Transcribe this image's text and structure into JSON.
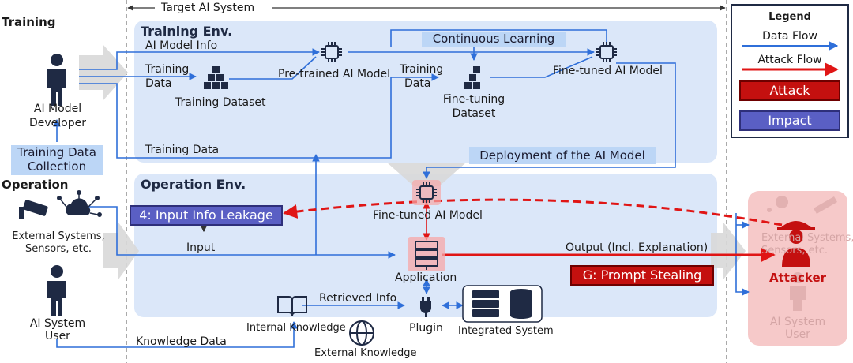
{
  "sections": {
    "training": "Training",
    "operation": "Operation",
    "target_system": "Target AI System",
    "training_env": "Training Env.",
    "operation_env": "Operation Env."
  },
  "actors": {
    "developer": [
      "AI Model",
      "Developer"
    ],
    "external_systems": [
      "External Systems,",
      "Sensors, etc."
    ],
    "user": [
      "AI System",
      "User"
    ],
    "attacker": "Attacker",
    "faded_external": [
      "External Systems,",
      "Sensors, etc."
    ],
    "faded_user": [
      "AI System",
      "User"
    ]
  },
  "pills": {
    "training_data_collection": [
      "Training Data",
      "Collection"
    ],
    "continuous_learning": "Continuous Learning",
    "deployment": "Deployment of the AI Model"
  },
  "nodes": {
    "pretrained": "Pre-trained AI Model",
    "finetuned_top": "Fine-tuned AI Model",
    "training_dataset": "Training Dataset",
    "finetuning_dataset": [
      "Fine-tuning",
      "Dataset"
    ],
    "finetuned_op": "Fine-tuned AI Model",
    "application": "Application",
    "plugin": "Plugin",
    "integrated_system": "Integrated System",
    "internal_knowledge": "Internal Knowledge",
    "external_knowledge": "External Knowledge"
  },
  "flow_labels": {
    "ai_model_info": "AI Model Info",
    "training_data_1": [
      "Training",
      "Data"
    ],
    "training_data_2": [
      "Training",
      "Data"
    ],
    "training_data_long": "Training Data",
    "input": "Input",
    "output": "Output (Incl. Explanation)",
    "retrieved_info": "Retrieved Info",
    "knowledge_data": "Knowledge Data"
  },
  "boxes": {
    "input_info_leakage": "4: Input Info Leakage",
    "prompt_stealing": "G: Prompt Stealing"
  },
  "legend": {
    "title": "Legend",
    "data_flow": "Data Flow",
    "attack_flow": "Attack Flow",
    "attack": "Attack",
    "impact": "Impact"
  },
  "colors": {
    "env_bg": "#dbe7f9",
    "data_flow": "#2f6fd9",
    "attack_flow": "#e01515",
    "attack": "#c4100f",
    "impact": "#5a5fc4",
    "pill": "#bcd6f6",
    "icon": "#1f2a44",
    "attacker_zone": "#f6c9c9"
  }
}
